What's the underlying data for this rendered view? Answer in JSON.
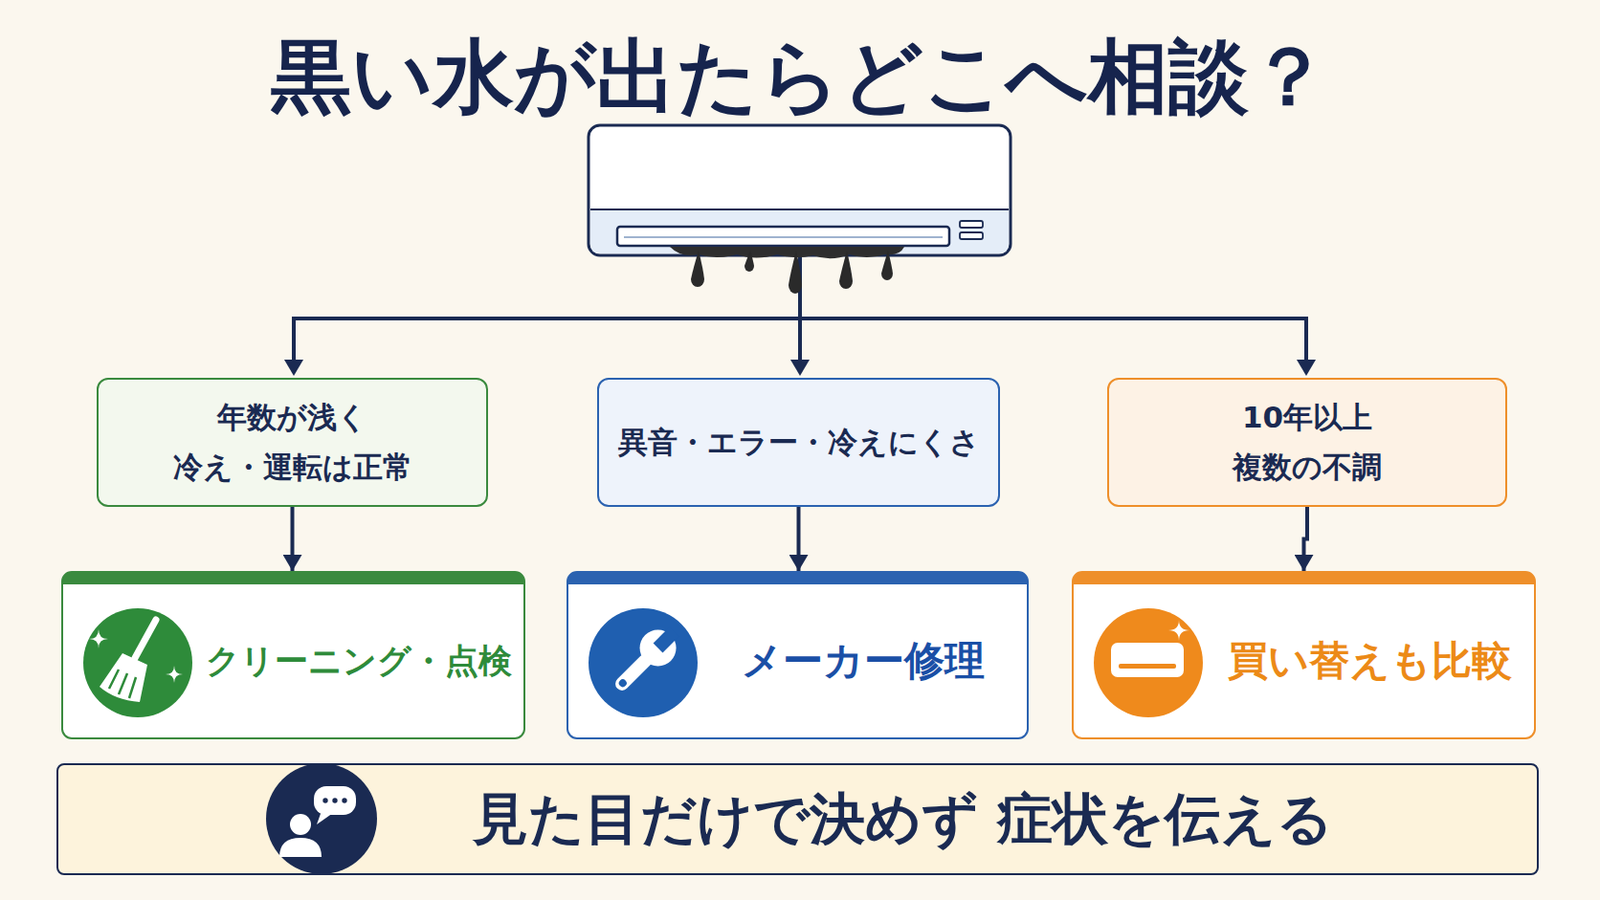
{
  "diagram": {
    "title": "黒い水が出たらどこへ相談？",
    "nodes": [
      {
        "text": [
          "年数が浅く 冷え・運転は正常"
        ]
      },
      {
        "text": [
          "異音・エラー・冷えにくさ"
        ]
      },
      {
        "text": [
          "10年以上 複数の不調"
        ]
      },
      {
        "text": [
          "クリーニング・点検"
        ]
      },
      {
        "text": [
          "メーカー修理"
        ]
      },
      {
        "text": [
          "買い替えも比較"
        ]
      },
      {
        "text": [
          "見た目だけで決めず 症状を伝える"
        ]
      }
    ],
    "edges": [
      {
        "from": 0,
        "to": 3,
        "arrow": "to"
      },
      {
        "from": 1,
        "to": 4,
        "arrow": "to"
      },
      {
        "from": 2,
        "to": 5,
        "arrow": "to"
      }
    ]
  }
}
